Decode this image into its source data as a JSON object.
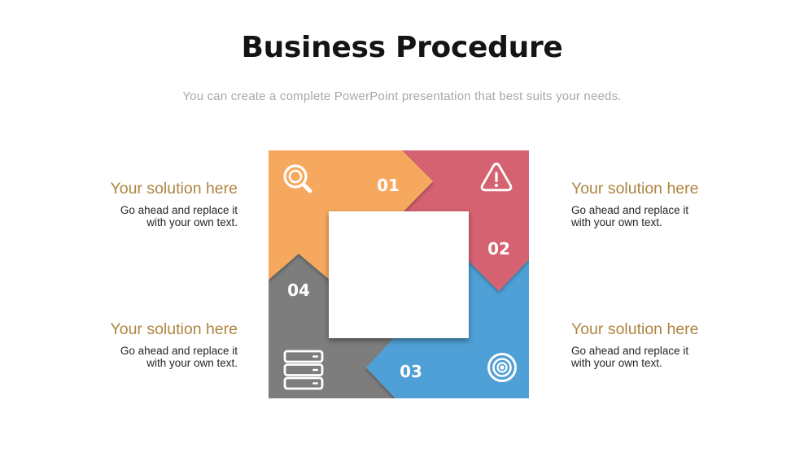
{
  "slide": {
    "title": "Business Procedure",
    "subtitle": "You can create a complete PowerPoint presentation that best suits your needs.",
    "background": "#ffffff"
  },
  "colors": {
    "title_text": "#141414",
    "subtitle_text": "#a8a8a8",
    "callout_heading": "#ae8541",
    "callout_body": "#262626",
    "step_label_text": "#ffffff",
    "center_square": "#ffffff"
  },
  "diagram": {
    "type": "square-cycle-process",
    "steps": [
      {
        "number": "01",
        "color": "#f6a85f",
        "icon": "search-icon"
      },
      {
        "number": "02",
        "color": "#d5626f",
        "icon": "warning-icon"
      },
      {
        "number": "03",
        "color": "#4fa0d6",
        "icon": "target-icon"
      },
      {
        "number": "04",
        "color": "#7d7d7d",
        "icon": "server-icon"
      }
    ]
  },
  "callouts": [
    {
      "position": "top-left",
      "heading": "Your solution here",
      "line1": "Go ahead and replace it",
      "line2": "with your own text."
    },
    {
      "position": "top-right",
      "heading": "Your solution here",
      "line1": "Go ahead and replace it",
      "line2": "with your own text."
    },
    {
      "position": "bottom-left",
      "heading": "Your solution here",
      "line1": "Go ahead and replace it",
      "line2": "with your own text."
    },
    {
      "position": "bottom-right",
      "heading": "Your solution here",
      "line1": "Go ahead and replace it",
      "line2": "with your own text."
    }
  ]
}
